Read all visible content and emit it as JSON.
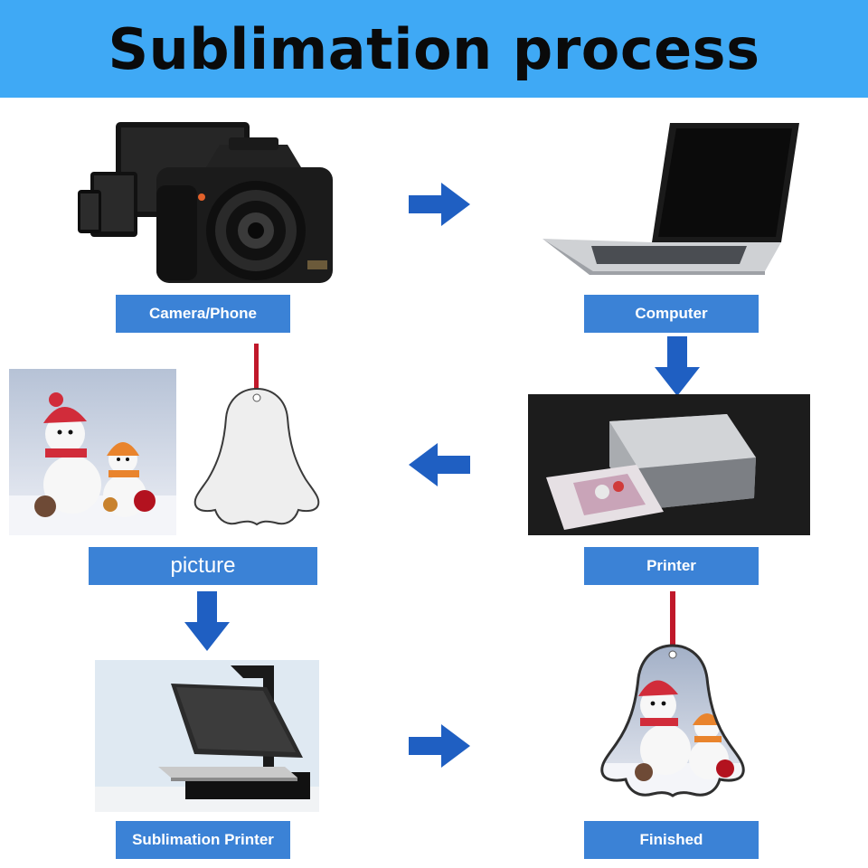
{
  "title": "Sublimation process",
  "steps": {
    "camera": "Camera/Phone",
    "computer": "Computer",
    "printer": "Printer",
    "picture": "picture",
    "sublimation_printer": "Sublimation Printer",
    "finished": "Finished"
  },
  "colors": {
    "header_bg": "#3fa9f5",
    "label_bg": "#3b82d6",
    "arrow": "#1f5fc2",
    "ribbon": "#c0182a"
  }
}
